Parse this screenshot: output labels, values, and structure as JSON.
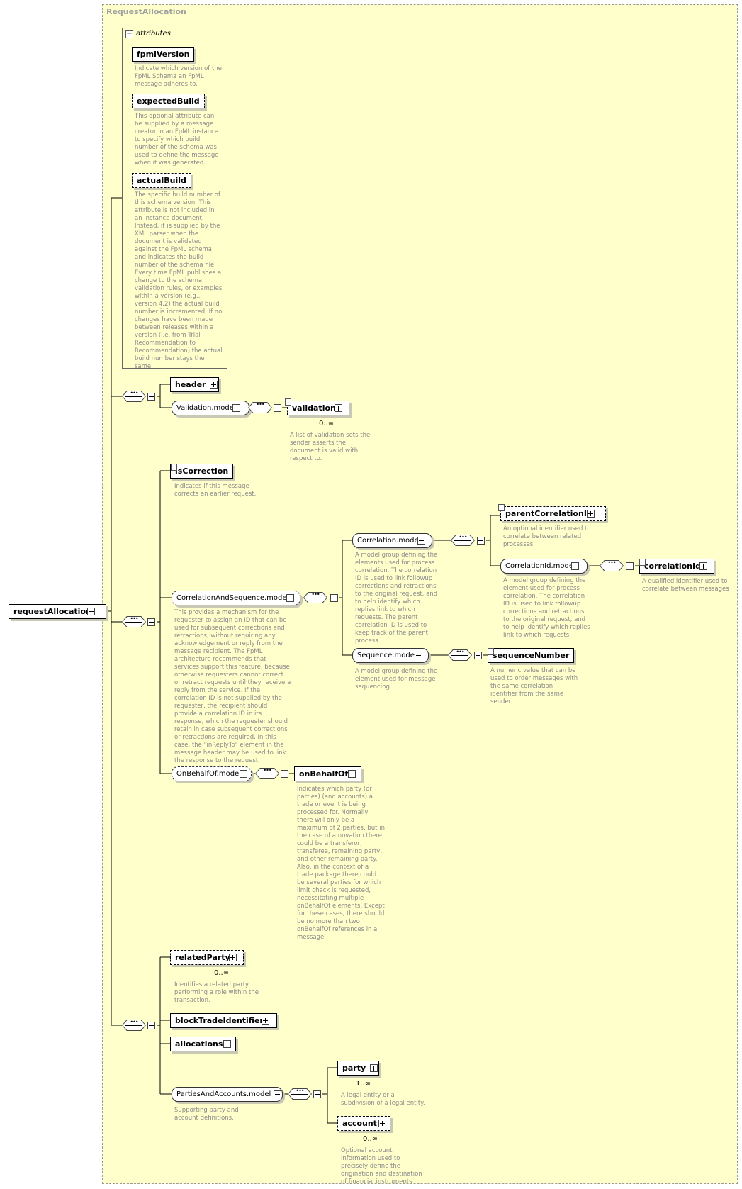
{
  "frame_title": "RequestAllocation",
  "root": {
    "label": "requestAllocation"
  },
  "attributes": {
    "tab_label": "attributes",
    "items": [
      {
        "label": "fpmlVersion",
        "desc": "Indicate which version of the FpML Schema an FpML message adheres to."
      },
      {
        "label": "expectedBuild",
        "desc": "This optional attribute can be supplied by a message creator in an FpML instance to specify which build number of the schema was used to define the message when it was generated."
      },
      {
        "label": "actualBuild",
        "desc": "The specific build number of this schema version. This attribute is not included in an instance document. Instead, it is supplied by the XML parser when the document is validated against the FpML schema and indicates the build number of the schema file. Every time FpML publishes a change to the schema, validation rules, or examples within a version (e.g., version 4.2) the actual build number is incremented. If no changes have been made between releases within a version (i.e. from Trial Recommendation to Recommendation) the actual build number stays the same."
      }
    ]
  },
  "nodes": {
    "header": {
      "label": "header"
    },
    "validation_model": {
      "label": "Validation.model"
    },
    "validation": {
      "label": "validation",
      "card": "0..∞",
      "desc": "A list of validation sets the sender asserts the document is valid with respect to."
    },
    "isCorrection": {
      "label": "isCorrection",
      "desc": "Indicates if this message corrects an earlier request."
    },
    "corr_seq_model": {
      "label": "CorrelationAndSequence.model",
      "desc": "This provides a mechanism for the requester to assign an ID that can be used for subsequent corrections and retractions, without requiring any acknowledgement or reply from the message recipient. The FpML architecture recommends that services support this feature, because otherwise requesters cannot correct or retract requests until they receive a reply from the service. If the correlation ID is not supplied by the requester, the recipient should provide a correlation ID in its response, which the requester should retain in case subsequent corrections or retractions are required. In this case, the \"inReplyTo\" element in the message header may be used to link the response to the request."
    },
    "correlation_model": {
      "label": "Correlation.model",
      "desc": "A model group defining the elements used for process correlation. The correlation ID is used to link followup corrections and retractions to the original request, and to help identify which replies link to which requests. The parent correlation ID is used to keep track of the parent process."
    },
    "parentCorrelationId": {
      "label": "parentCorrelationId",
      "desc": "An optional identifier used to correlate between related processes"
    },
    "correlationId_model": {
      "label": "CorrelationId.model",
      "desc": "A model group defining the element used for process correlation. The correlation ID is used to link followup corrections and retractions to the original request, and to help identify which replies link to which requests."
    },
    "correlationId": {
      "label": "correlationId",
      "desc": "A qualified identifier used to correlate between messages"
    },
    "sequence_model": {
      "label": "Sequence.model",
      "desc": "A model group defining the element used for message sequencing"
    },
    "sequenceNumber": {
      "label": "sequenceNumber",
      "desc": "A numeric value that can be used to order messages with the same correlation identifier from the same sender."
    },
    "onBehalfOf_model": {
      "label": "OnBehalfOf.model"
    },
    "onBehalfOf": {
      "label": "onBehalfOf",
      "desc": "Indicates which party (or parties) (and accounts) a trade or event is being processed for. Normally there will only be a maximum of 2 parties, but in the case of a novation there could be a transferor, transferee, remaining party, and other remaining party. Also, in the context of a trade package there could be several parties for which limit check is requested, necessitating multiple onBehalfOf elements. Except for these cases, there should be no more than two onBehalfOf references in a message."
    },
    "relatedParty": {
      "label": "relatedParty",
      "card": "0..∞",
      "desc": "Identifies a related party performing a role within the transaction."
    },
    "blockTradeIdentifier": {
      "label": "blockTradeIdentifier"
    },
    "allocations": {
      "label": "allocations"
    },
    "parties_model": {
      "label": "PartiesAndAccounts.model",
      "desc": "Supporting party and account definitions."
    },
    "party": {
      "label": "party",
      "card": "1..∞",
      "desc": "A legal entity or a subdivision of a legal entity."
    },
    "account": {
      "label": "account",
      "card": "0..∞",
      "desc": "Optional account information used to precisely define the origination and destination of financial instruments."
    }
  }
}
